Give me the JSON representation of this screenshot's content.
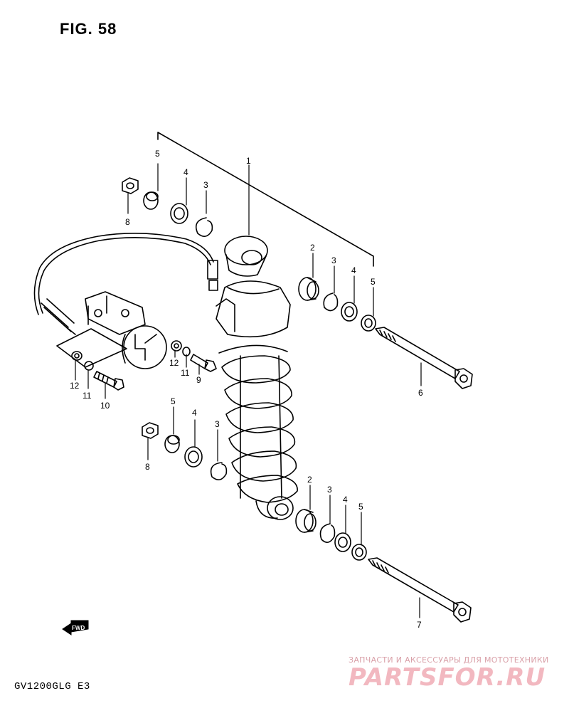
{
  "figure": {
    "title": "FIG. 58",
    "model": "GV1200GLG  E3"
  },
  "fwd_label": "FWD",
  "callouts": [
    "1",
    "2",
    "3",
    "4",
    "5",
    "6",
    "7",
    "8",
    "9",
    "10",
    "11",
    "12"
  ],
  "watermark": {
    "top_text": "ЗАПЧАСТИ И АКСЕССУАРЫ ДЛЯ МОТОТЕХНИКИ",
    "logo_text": "PARTSFOR.RU"
  }
}
